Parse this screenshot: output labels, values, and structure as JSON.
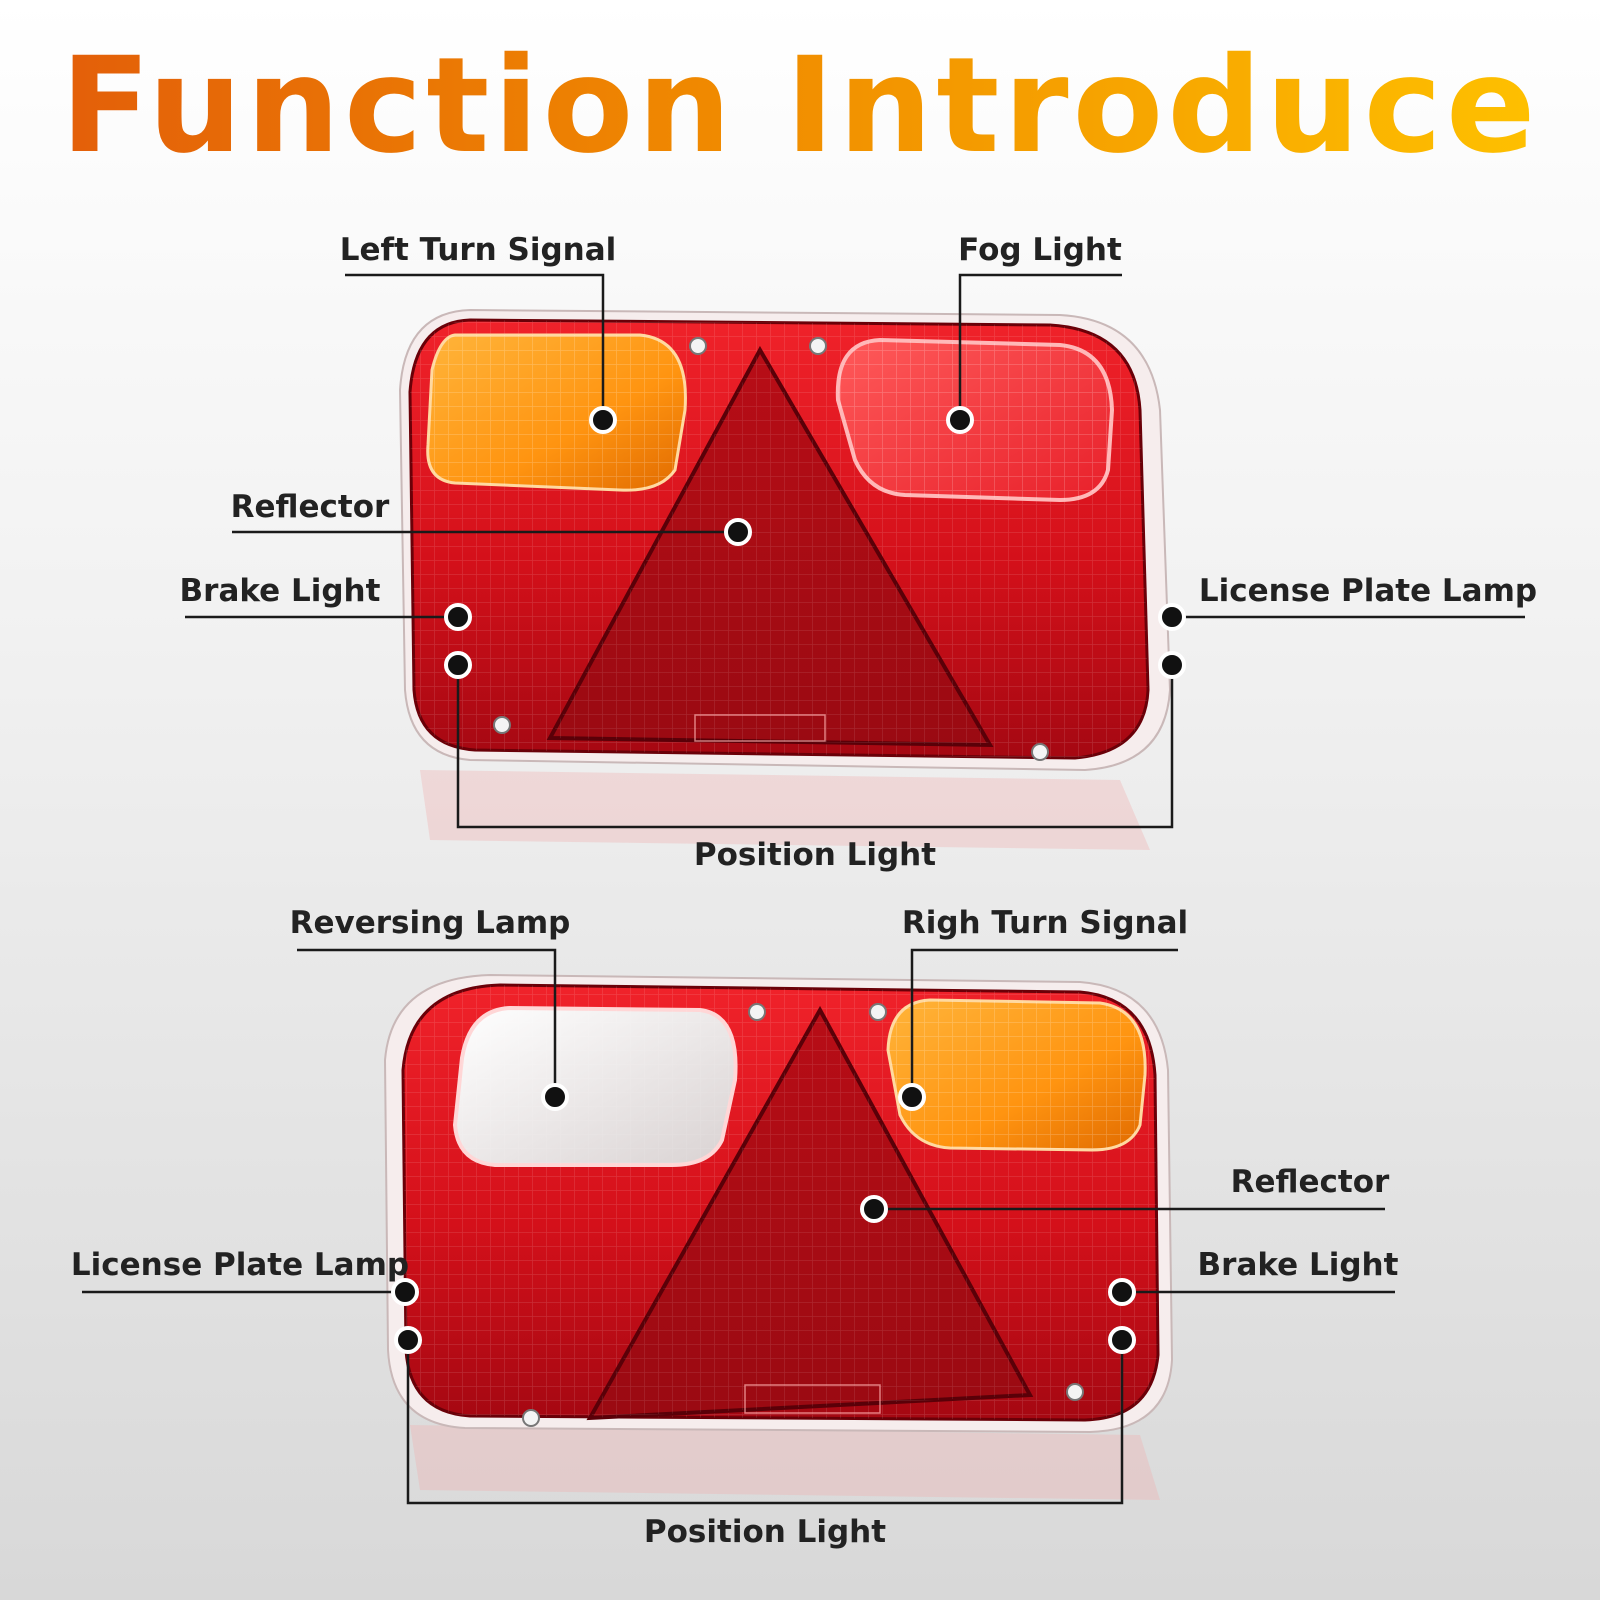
{
  "title": "Function Introduce",
  "top_lamp": {
    "left_turn_signal": "Left Turn Signal",
    "fog_light": "Fog Light",
    "reflector": "Reflector",
    "brake_light": "Brake Light",
    "license_plate_lamp": "License Plate Lamp",
    "position_light": "Position Light"
  },
  "bottom_lamp": {
    "reversing_lamp": "Reversing Lamp",
    "right_turn_signal": "Righ Turn Signal",
    "reflector": "Reflector",
    "license_plate_lamp": "License Plate Lamp",
    "brake_light": "Brake Light",
    "position_light": "Position Light"
  },
  "colors": {
    "title_start": "#e25b0a",
    "title_end": "#ffc400",
    "lamp_red": "#e0121b",
    "lens_amber": "#ff9a10",
    "lens_clear": "#f2eeee"
  }
}
